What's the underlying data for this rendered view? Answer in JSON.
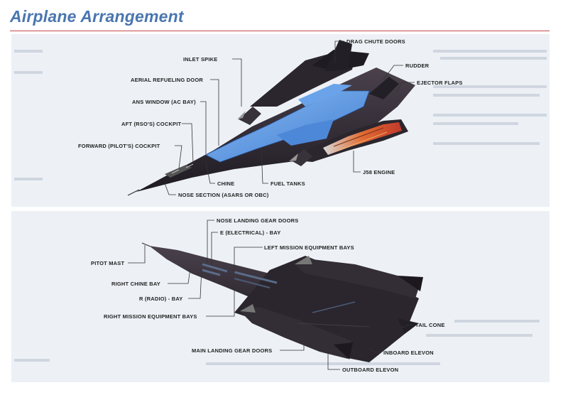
{
  "header": {
    "title": "Airplane Arrangement"
  },
  "top_diagram": {
    "labels": {
      "drag_chute_doors": "DRAG CHUTE DOORS",
      "inlet_spike": "INLET SPIKE",
      "rudder": "RUDDER",
      "aerial_refueling_door": "AERIAL REFUELING DOOR",
      "ejector_flaps": "EJECTOR FLAPS",
      "ans_window": "ANS WINDOW (AC BAY)",
      "aft_cockpit": "AFT (RSO'S) COCKPIT",
      "forward_cockpit": "FORWARD (PILOT'S) COCKPIT",
      "j58_engine": "J58 ENGINE",
      "chine": "CHINE",
      "fuel_tanks": "FUEL TANKS",
      "nose_section": "NOSE SECTION (ASARS OR OBC)"
    }
  },
  "bottom_diagram": {
    "labels": {
      "nose_landing_gear_doors": "NOSE LANDING GEAR DOORS",
      "e_bay": "E (ELECTRICAL) - BAY",
      "left_mission_bays": "LEFT MISSION EQUIPMENT BAYS",
      "pitot_mast": "PITOT MAST",
      "right_chine_bay": "RIGHT CHINE BAY",
      "r_bay": "R (RADIO) - BAY",
      "right_mission_bays": "RIGHT MISSION EQUIPMENT BAYS",
      "tail_cone": "TAIL CONE",
      "main_landing_gear_doors": "MAIN LANDING GEAR DOORS",
      "inboard_elevon": "INBOARD ELEVON",
      "outboard_elevon": "OUTBOARD ELEVON"
    }
  },
  "colors": {
    "title": "#4a76b0",
    "rule": "#c44a4a",
    "panel": "#edf1f6",
    "hull": "#2e2830",
    "tank_blue": "#5b97e0",
    "engine_orange": "#e0703a"
  }
}
